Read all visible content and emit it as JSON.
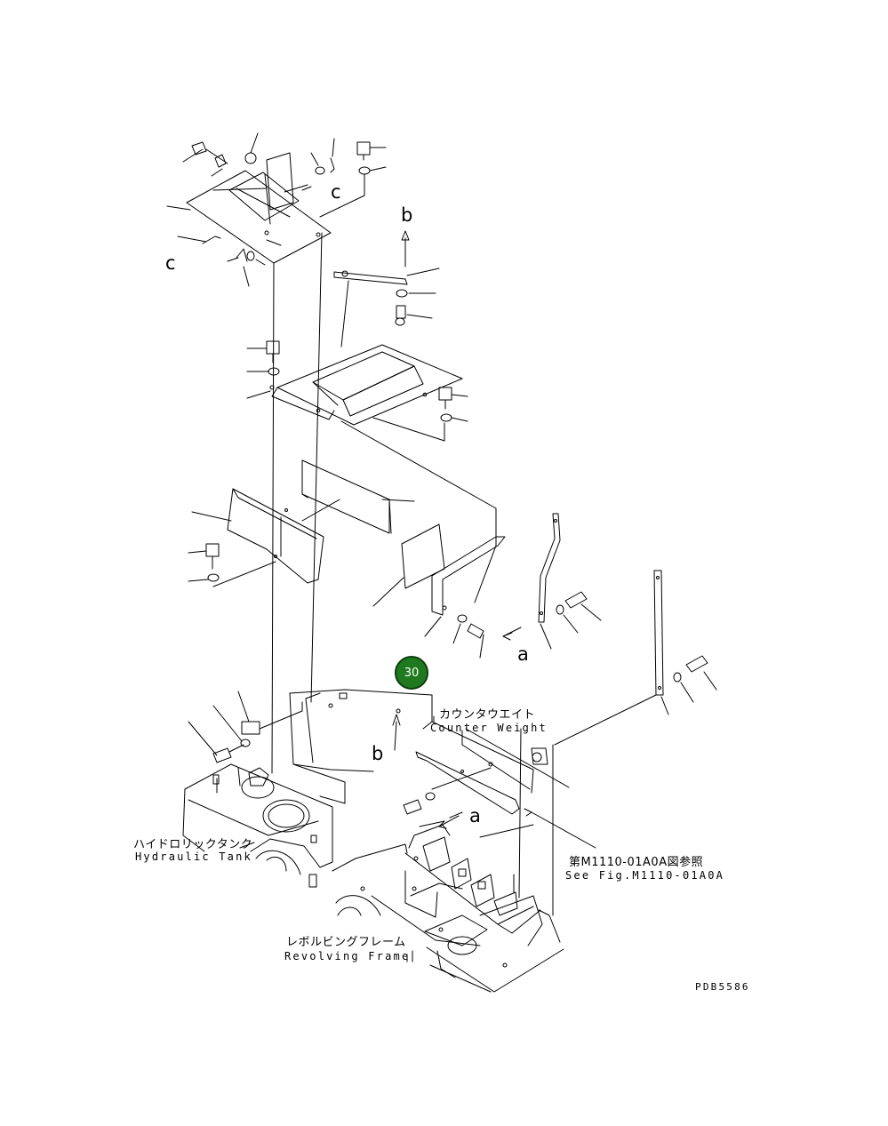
{
  "callout_number": "30",
  "badge_color": "#1f7a1f",
  "labels": {
    "counterweight_jp": "カウンタウエイト",
    "counterweight_en": "Counter Weight",
    "hydraulic_tank_jp": "ハイドロリックタンク",
    "hydraulic_tank_en": "Hydraulic Tank",
    "see_fig_jp": "第M1110-01A0A図参照",
    "see_fig_en": "See Fig.M1110-01A0A",
    "revolving_frame_jp": "レボルビングフレーム",
    "revolving_frame_en": "Revolving Frame",
    "drawing_code": "PDB5586"
  },
  "refs": {
    "a": "a",
    "b": "b",
    "c": "c"
  }
}
